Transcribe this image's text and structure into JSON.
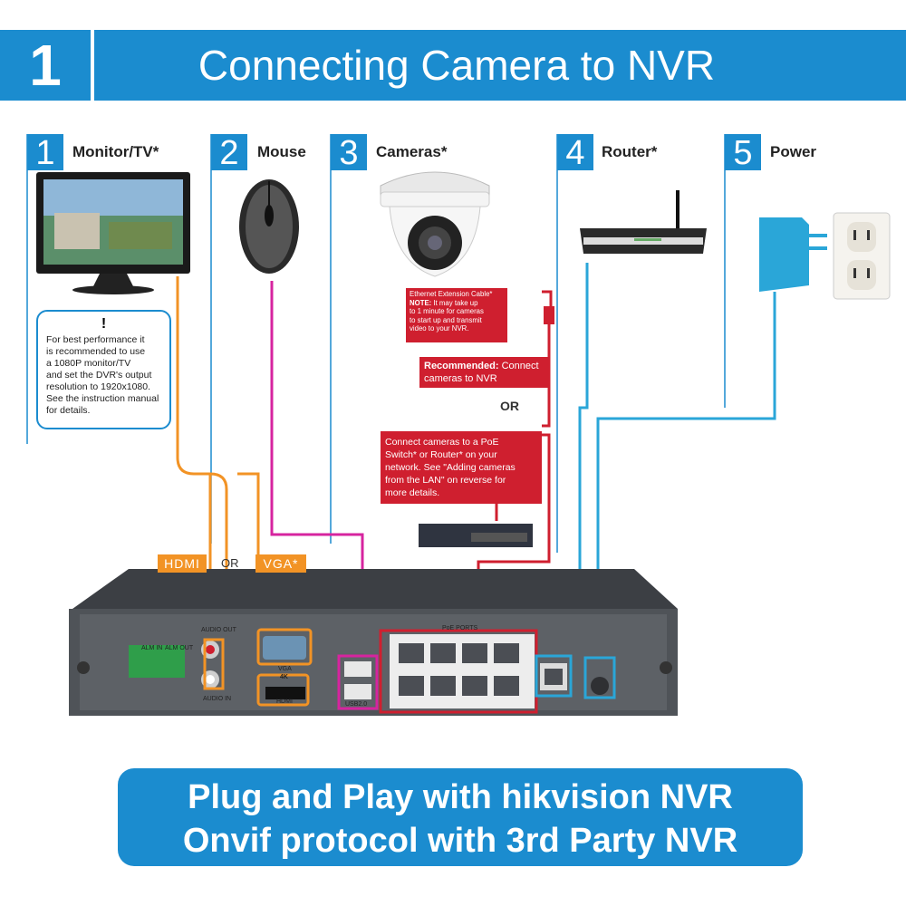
{
  "header": {
    "number": "1",
    "title": "Connecting Camera to NVR"
  },
  "steps": [
    {
      "number": "1",
      "label": "Monitor/TV*"
    },
    {
      "number": "2",
      "label": "Mouse"
    },
    {
      "number": "3",
      "label": "Cameras*"
    },
    {
      "number": "4",
      "label": "Router*"
    },
    {
      "number": "5",
      "label": "Power"
    }
  ],
  "monitor_note": {
    "icon": "!",
    "lines": [
      "For best performance it",
      "is recommended to use",
      "a 1080P monitor/TV",
      "and set the DVR's output",
      "resolution to 1920x1080.",
      "See the instruction manual",
      "for details."
    ]
  },
  "camera_notes": {
    "extension_title": "Ethernet Extension Cable*",
    "note_label": "NOTE:",
    "note_lines": [
      " It may take up",
      "to 1 minute for cameras",
      "to start up and transmit",
      "video to your NVR."
    ],
    "recommended_label": "Recommended:",
    "recommended_text": " Connect",
    "recommended_line2": "cameras to NVR",
    "or": "OR",
    "poe_lines": [
      "Connect cameras to a PoE",
      "Switch* or Router* on your",
      "network. See \"Adding cameras",
      "from the LAN\" on reverse for",
      "more details."
    ]
  },
  "video_tags": {
    "hdmi": "HDMI",
    "or": "OR",
    "vga": "VGA*"
  },
  "nvr_labels": {
    "alarm_in": "ALM IN",
    "alarm_out": "ALM OUT",
    "audio_out": "AUDIO OUT",
    "audio_in": "AUDIO IN",
    "vga": "VGA",
    "resolution": "4K",
    "hdmi": "HDMI",
    "usb": "USB2.0",
    "poe_ports": "PoE PORTS"
  },
  "bottom_banner": {
    "line1": "Plug and Play with hikvision NVR",
    "line2": "Onvif protocol with 3rd Party NVR"
  },
  "colors": {
    "accent_blue": "#1b8ccf",
    "hdmi_orange": "#f29325",
    "mouse_magenta": "#d6249f",
    "ethernet_red": "#cf1f2f",
    "router_blue": "#2aa6d8"
  }
}
